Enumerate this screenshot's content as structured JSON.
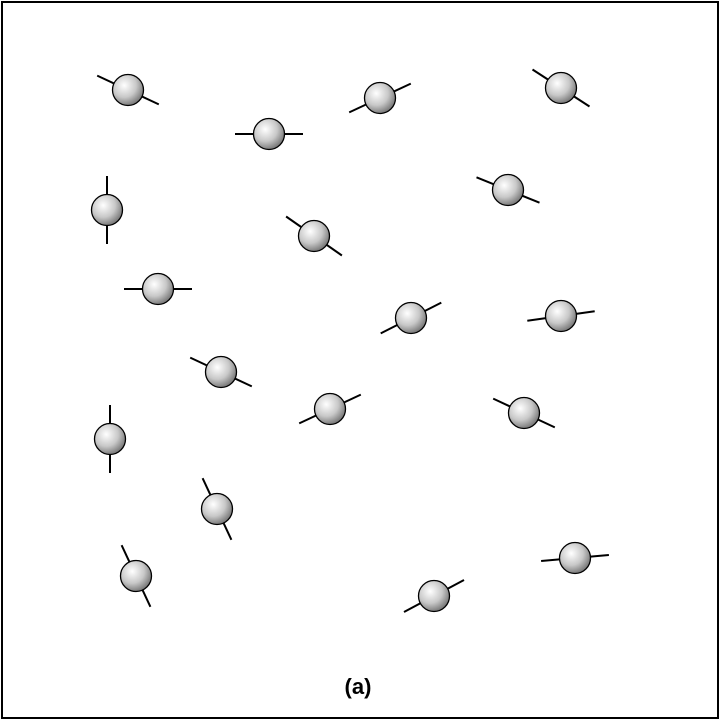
{
  "figure": {
    "panel_label": "(a)",
    "border_color": "#000000",
    "background": "#ffffff",
    "particle_fill_light": "#ffffff",
    "particle_fill_mid": "#c8c8c8",
    "particle_fill_dark": "#6e6e6e",
    "particle_outline": "#000000"
  },
  "particles": [
    {
      "id": "p1",
      "angle_deg": -25
    },
    {
      "id": "p2",
      "angle_deg": 25
    },
    {
      "id": "p3",
      "angle_deg": -33
    },
    {
      "id": "p4",
      "angle_deg": 0
    },
    {
      "id": "p5",
      "angle_deg": 90
    },
    {
      "id": "p6",
      "angle_deg": -22
    },
    {
      "id": "p7",
      "angle_deg": -35
    },
    {
      "id": "p8",
      "angle_deg": 0
    },
    {
      "id": "p9",
      "angle_deg": 27
    },
    {
      "id": "p10",
      "angle_deg": 8
    },
    {
      "id": "p11",
      "angle_deg": -25
    },
    {
      "id": "p12",
      "angle_deg": 25
    },
    {
      "id": "p13",
      "angle_deg": 90
    },
    {
      "id": "p14",
      "angle_deg": -25
    },
    {
      "id": "p15",
      "angle_deg": -65
    },
    {
      "id": "p16",
      "angle_deg": -65
    },
    {
      "id": "p17",
      "angle_deg": 5
    },
    {
      "id": "p18",
      "angle_deg": 28
    }
  ]
}
